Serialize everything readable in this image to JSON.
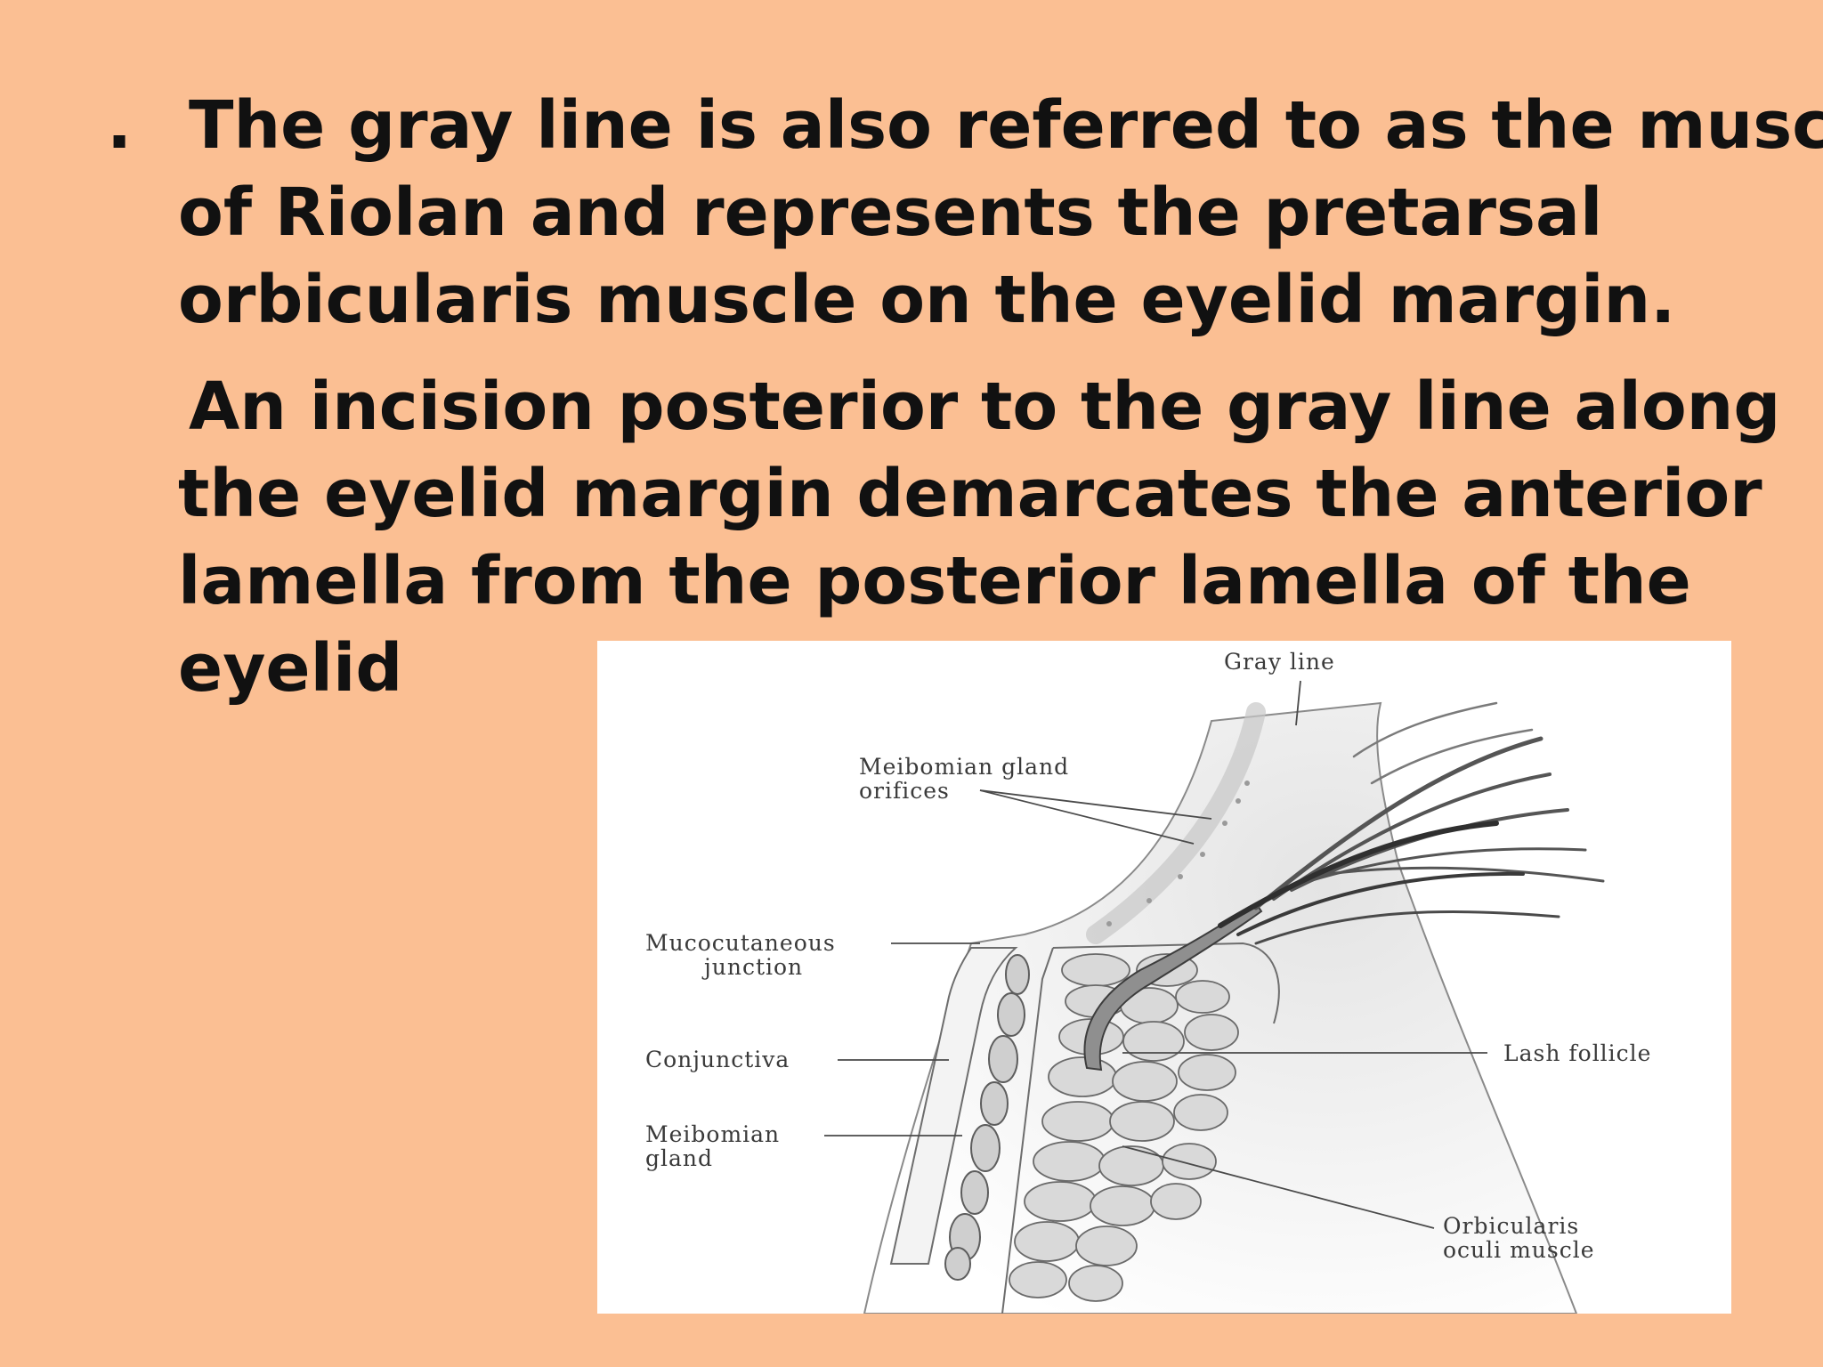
{
  "slide": {
    "bullet_marker": ".",
    "paragraph1": {
      "lines": [
        "The gray line is also referred to as the muscle",
        "of Riolan and represents the pretarsal",
        "orbicularis muscle on the eyelid margin."
      ]
    },
    "paragraph2": {
      "lines": [
        "An incision posterior to the gray line along",
        "the eyelid margin demarcates the anterior",
        "lamella from the posterior lamella of the",
        "eyelid"
      ]
    }
  },
  "figure": {
    "labels": {
      "gray_line": "Gray line",
      "meibomian_orifices_1": "Meibomian gland",
      "meibomian_orifices_2": "orifices",
      "mucocutaneous_1": "Mucocutaneous",
      "mucocutaneous_2": "junction",
      "conjunctiva": "Conjunctiva",
      "meibomian_gland_1": "Meibomian",
      "meibomian_gland_2": "gland",
      "lash_follicle": "Lash follicle",
      "orbicularis_1": "Orbicularis",
      "orbicularis_2": "oculi muscle"
    }
  }
}
